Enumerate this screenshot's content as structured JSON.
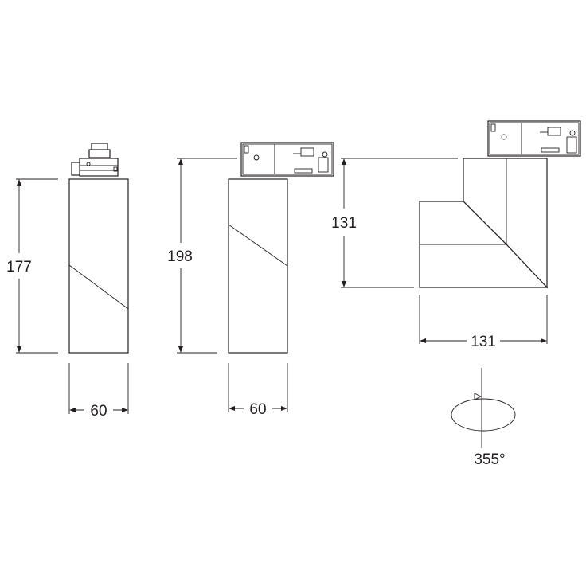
{
  "views": {
    "front": {
      "height_label": "177",
      "width_label": "60"
    },
    "side": {
      "height_label": "198",
      "width_label": "60"
    },
    "tilted": {
      "height_label": "131",
      "width_label": "131"
    }
  },
  "rotation": {
    "label": "355°"
  },
  "colors": {
    "line": "#231f20",
    "background": "#ffffff"
  }
}
